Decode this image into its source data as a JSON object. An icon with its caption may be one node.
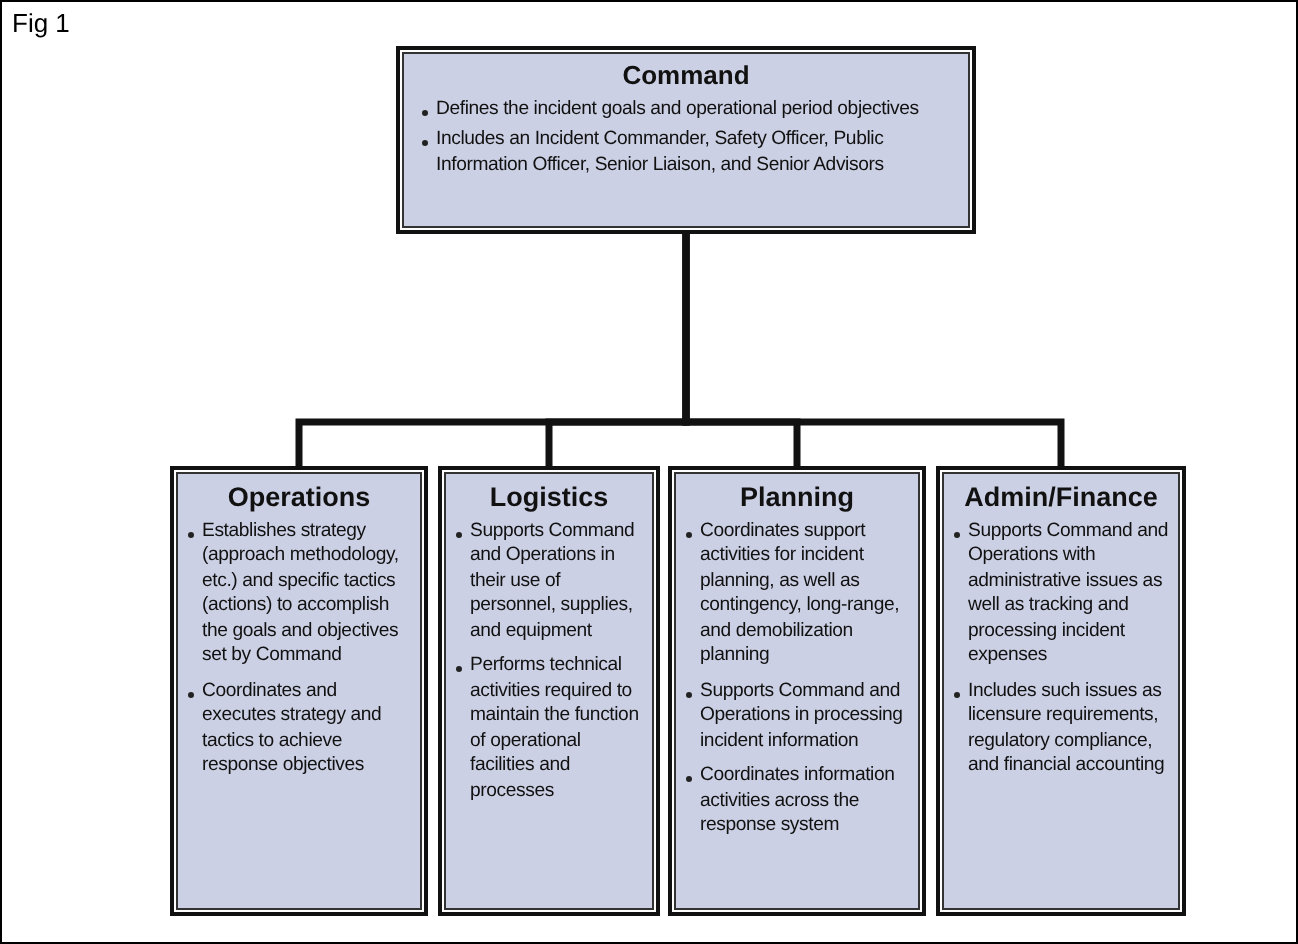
{
  "diagram": {
    "title": "Fig 1",
    "nodes": [
      {
        "text": [
          "Command",
          "Defines the incident goals and operational period objectives",
          "Includes an Incident Commander, Safety Officer, Public Information Officer, Senior Liaison, and Senior Advisors"
        ]
      },
      {
        "text": [
          "Operations",
          "Establishes strategy (approach methodology, etc.) and specific tactics (actions) to accomplish the goals and objectives set by Command",
          "Coordinates and executes strategy and tactics to achieve response objectives"
        ]
      },
      {
        "text": [
          "Logistics",
          "Supports Command and Operations in their use of personnel, supplies, and equipment",
          "Performs technical activities required to maintain the function of operational facilities and processes"
        ]
      },
      {
        "text": [
          "Planning",
          "Coordinates support activities for incident planning, as well as contingency, long-range, and demobilization planning",
          "Supports Command and Operations in processing incident information",
          "Coordinates information activities across the response system"
        ]
      },
      {
        "text": [
          "Admin/Finance",
          "Supports Command and Operations with administrative issues as well as tracking and processing incident expenses",
          "Includes such issues as licensure requirements, regulatory compliance, and financial accounting"
        ]
      }
    ],
    "edges": [
      {
        "from": 0,
        "to": 1,
        "arrow": "none"
      },
      {
        "from": 0,
        "to": 2,
        "arrow": "none"
      },
      {
        "from": 0,
        "to": 3,
        "arrow": "none"
      },
      {
        "from": 0,
        "to": 4,
        "arrow": "none"
      }
    ]
  }
}
